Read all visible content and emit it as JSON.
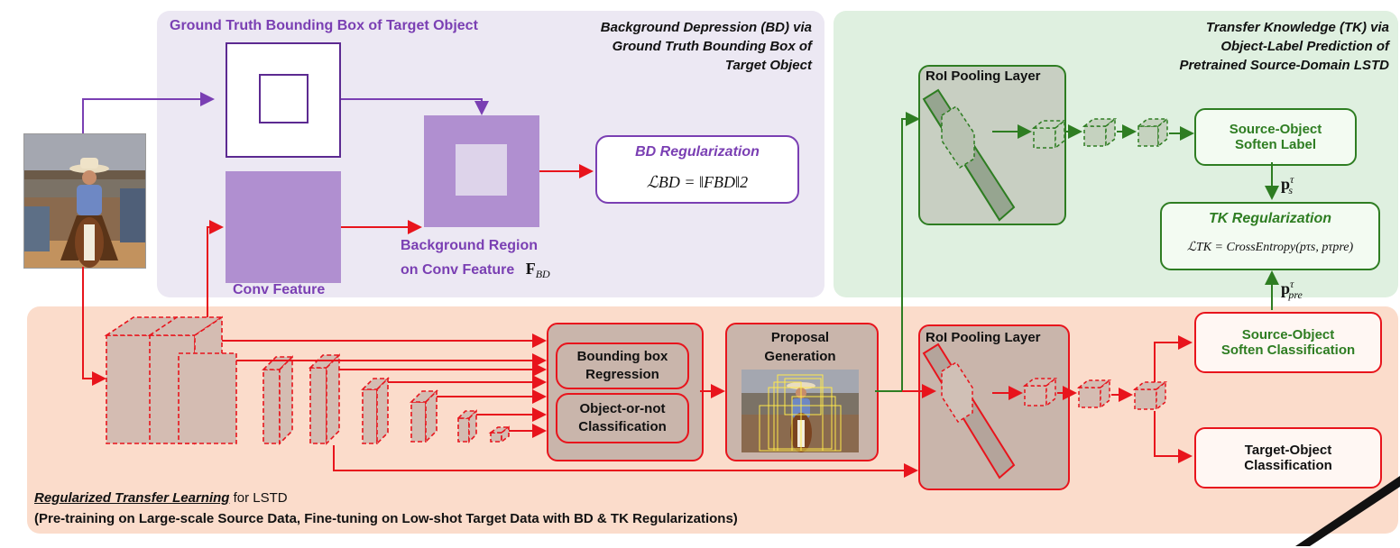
{
  "colors": {
    "bd_panel": "#ece8f3",
    "tk_panel": "#dff0e0",
    "rtl_panel": "#fbdccb",
    "purple": "#7a3fb3",
    "green": "#2e7d22",
    "red": "#e8141c",
    "purple_fill": "#b08fd0"
  },
  "bd_panel": {
    "gt_box_title": "Ground Truth Bounding Box of Target Object",
    "heading_line1": "Background Depression (BD) via",
    "heading_line2": "Ground Truth Bounding Box of",
    "heading_line3": "Target Object",
    "conv_feature": "Conv Feature",
    "bg_region_line1": "Background Region",
    "bg_region_line2": "on  Conv Feature",
    "bg_region_symbol": "F",
    "bg_region_sub": "BD",
    "bd_reg_title": "BD Regularization",
    "bd_reg_formula": "ℒBD = ‖FBD‖2"
  },
  "tk_panel": {
    "heading_line1": "Transfer Knowledge (TK) via",
    "heading_line2": "Object-Label Prediction of",
    "heading_line3": "Pretrained Source-Domain LSTD",
    "roi_top_label": "RoI Pooling Layer",
    "source_soft_label_line1": "Source-Object",
    "source_soft_label_line2": "Soften Label",
    "ps_label": "p",
    "ps_sup": "τ",
    "ps_sub": "s",
    "tk_reg_title": "TK Regularization",
    "tk_reg_formula": "ℒTK = CrossEntropy(pτs, pτpre)",
    "ppre_label": "p",
    "ppre_sup": "τ",
    "ppre_sub": "pre"
  },
  "rtl_panel": {
    "bbox_reg_line1": "Bounding box",
    "bbox_reg_line2": "Regression",
    "obj_cls_line1": "Object-or-not",
    "obj_cls_line2": "Classification",
    "proposal_line1": "Proposal",
    "proposal_line2": "Generation",
    "roi_bottom_label": "RoI Pooling Layer",
    "source_cls_line1": "Source-Object",
    "source_cls_line2": "Soften Classification",
    "target_cls_line1": "Target-Object",
    "target_cls_line2": "Classification",
    "caption_italic": "Regularized Transfer Learning",
    "caption_rest": " for LSTD",
    "caption_line2": "(Pre-training on Large-scale Source Data,  Fine-tuning on Low-shot Target Data with BD & TK Regularizations)"
  }
}
